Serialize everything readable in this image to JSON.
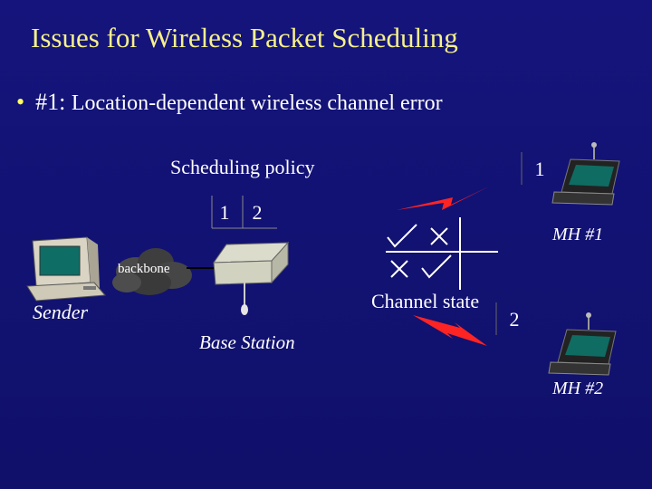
{
  "title": "Issues for Wireless Packet Scheduling",
  "bullet": {
    "marker": "•",
    "prefix": "#1:",
    "text": "Location-dependent wireless channel error"
  },
  "diagram": {
    "scheduling_policy": "Scheduling policy",
    "queue": [
      "1",
      "2"
    ],
    "packet_mh1": "1",
    "packet_mh2": "2",
    "backbone": "backbone",
    "sender": "Sender",
    "base_station": "Base Station",
    "channel_state": "Channel state",
    "mh1": "MH #1",
    "mh2": "MH #2"
  },
  "colors": {
    "background": "#13137a",
    "title": "#f6f08a",
    "text": "#ffffff",
    "lightning": "#ff2020"
  }
}
